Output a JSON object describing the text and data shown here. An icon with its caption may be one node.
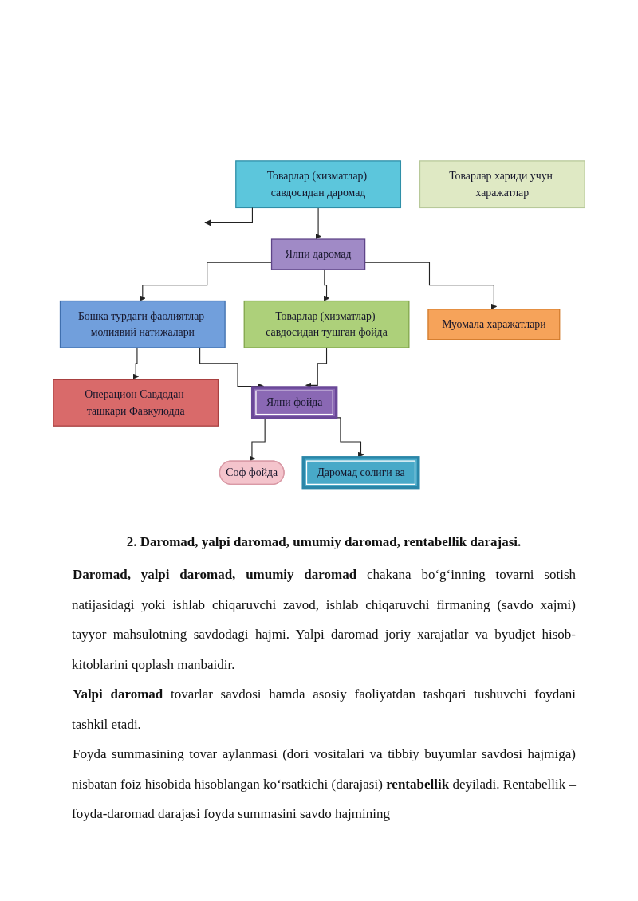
{
  "diagram": {
    "nodes": [
      {
        "text": [
          "Товарлар (хизматлар) савдосидан даромад"
        ]
      },
      {
        "text": [
          "Товарлар хариди учун харажатлар"
        ]
      },
      {
        "text": [
          "Ялпи даромад"
        ]
      },
      {
        "text": [
          "Муомала харажатлари"
        ]
      },
      {
        "text": [
          "Бошка турдаги фаолиятлар молиявий натижалари"
        ]
      },
      {
        "text": [
          "Товарлар (хизматлар) савдосидан тушган фойда"
        ]
      },
      {
        "text": [
          "Ялпи фойда"
        ]
      },
      {
        "text": [
          "Операцион Савдодан ташкари Фавкулодда"
        ]
      },
      {
        "text": [
          "Даромад солиги ва"
        ]
      },
      {
        "text": [
          "Соф фойда"
        ]
      }
    ],
    "edges": [
      {
        "from": 0,
        "to": 2,
        "arrow": "to"
      },
      {
        "from": 0,
        "to": null,
        "arrow": "to"
      },
      {
        "from": 2,
        "to": 4,
        "arrow": "to"
      },
      {
        "from": 2,
        "to": 5,
        "arrow": "to"
      },
      {
        "from": 2,
        "to": 3,
        "arrow": "to"
      },
      {
        "from": 4,
        "to": 7,
        "arrow": "to"
      },
      {
        "from": 4,
        "to": 6,
        "arrow": "to"
      },
      {
        "from": 5,
        "to": 6,
        "arrow": "to"
      },
      {
        "from": 6,
        "to": 9,
        "arrow": "to"
      },
      {
        "from": 6,
        "to": 8,
        "arrow": "to"
      }
    ],
    "labels": [
      "2. Daromad, yalpi daromad, umumiy daromad, rentabellik darajasi.",
      "**Daromad, yalpi daromad, umumiy daromad** chakana bo‘g‘inning tovarni sotish natijasidagi yoki ishlab chiqaruvchi zavod, ishlab chiqaruvchi firmaning (savdo xajmi) tayyor mahsulotning savdodagi hajmi. Yalpi daromad joriy xarajatlar va byudjet hisob-kitoblarini qoplash manbaidir.",
      "**Yalpi daromad** tovarlar savdosi hamda asosiy faoliyatdan tashqari tushuvchi foydani tashkil etadi.",
      "Foyda summasining tovar aylanmasi (dori vositalari va tibbiy buyumlar savdosi hajmiga) nisbatan foiz hisobida hisoblangan ko‘rsatkichi (darajasi) **rentabellik** deyiladi. Rentabellik – foyda-daromad darajasi foyda summasini savdo hajmining"
    ]
  }
}
